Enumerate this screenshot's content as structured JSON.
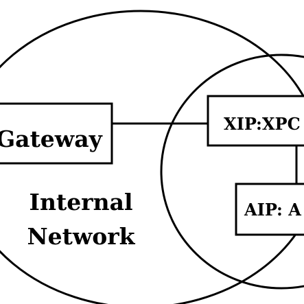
{
  "diagram": {
    "labels": {
      "gateway": "Gateway",
      "internal_network_line1": "Internal",
      "internal_network_line2": "Network",
      "xip_box": "XIP:XPC",
      "aip_box": "AIP: A"
    },
    "colors": {
      "stroke": "#000000",
      "background": "#ffffff"
    }
  }
}
